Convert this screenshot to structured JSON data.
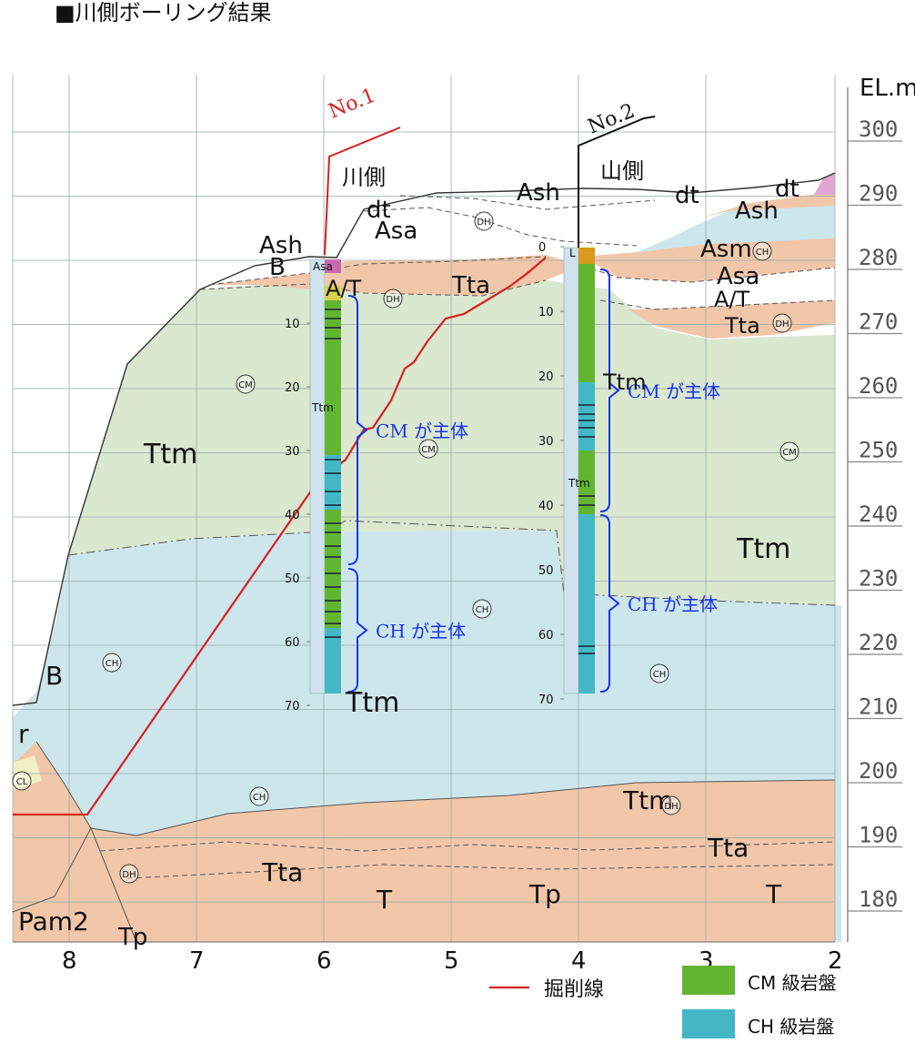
{
  "title": "■川側ボーリング結果",
  "axis": {
    "unit_label": "EL.m",
    "elevations": [
      "300",
      "290",
      "280",
      "270",
      "260",
      "250",
      "240",
      "230",
      "220",
      "210",
      "200",
      "190",
      "180"
    ],
    "stations": [
      "8",
      "7",
      "6",
      "5",
      "4",
      "3",
      "2"
    ]
  },
  "boreholes": [
    {
      "name": "No.1",
      "side": "川側",
      "color": "#d62020",
      "depth_ticks": [
        "10",
        "20",
        "30",
        "40",
        "50",
        "60",
        "70"
      ],
      "brace_upper": "CM が主体",
      "brace_lower": "CH が主体",
      "top_labels": [
        "Asa",
        "A/T"
      ],
      "mid_label": "Ttm"
    },
    {
      "name": "No.2",
      "side": "山側",
      "color": "#111111",
      "depth_ticks": [
        "0",
        "10",
        "20",
        "30",
        "40",
        "50",
        "60",
        "70"
      ],
      "brace_upper": "CM が主体",
      "brace_lower": "CH が主体",
      "top_labels": [
        "L"
      ],
      "mid_label": "Ttm"
    }
  ],
  "geology": {
    "layer_labels": [
      "Ash",
      "B",
      "dt",
      "Asa",
      "Ash",
      "dt",
      "Ash",
      "dt",
      "Asm",
      "Asa",
      "A/T",
      "Tta",
      "Tta",
      "A/T",
      "Ttm",
      "Ttm",
      "Ttm",
      "Ttm",
      "Ttm",
      "B",
      "r",
      "Tta",
      "T",
      "Tp",
      "Tta",
      "T",
      "Pam2",
      "Tp"
    ],
    "circle_labels": [
      "CM",
      "CM",
      "CM",
      "DH",
      "DH",
      "CH",
      "CH",
      "CH",
      "CH",
      "CH",
      "DH",
      "DH",
      "DH",
      "CL"
    ]
  },
  "legend": {
    "excavation_line": "掘削線",
    "cm_label": "CM 級岩盤",
    "ch_label": "CH 級岩盤",
    "cm_color": "#62b531",
    "ch_color": "#43b7c6",
    "excavation_color": "#d62020"
  },
  "colors": {
    "cm_zone": "#d9e8cf",
    "ch_zone": "#cde6ec",
    "terrace": "#f1c7a9",
    "pink": "#e2a5d4",
    "blue_text": "#1a33e6"
  }
}
